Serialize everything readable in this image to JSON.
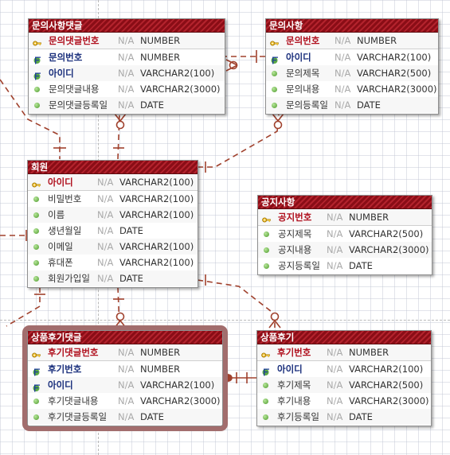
{
  "entities": {
    "inquiry_comment": {
      "title": "문의사항댓글",
      "columns": [
        {
          "name": "문의댓글번호",
          "null": "N/A",
          "type": "NUMBER",
          "key": "pk"
        },
        {
          "name": "문의번호",
          "null": "N/A",
          "type": "NUMBER",
          "key": "fk"
        },
        {
          "name": "아이디",
          "null": "N/A",
          "type": "VARCHAR2(100)",
          "key": "fk"
        },
        {
          "name": "문의댓글내용",
          "null": "N/A",
          "type": "VARCHAR2(3000)",
          "key": ""
        },
        {
          "name": "문의댓글등록일",
          "null": "N/A",
          "type": "DATE",
          "key": ""
        }
      ]
    },
    "inquiry": {
      "title": "문의사항",
      "columns": [
        {
          "name": "문의번호",
          "null": "N/A",
          "type": "NUMBER",
          "key": "pk"
        },
        {
          "name": "아이디",
          "null": "N/A",
          "type": "VARCHAR2(100)",
          "key": "fk"
        },
        {
          "name": "문의제목",
          "null": "N/A",
          "type": "VARCHAR2(500)",
          "key": ""
        },
        {
          "name": "문의내용",
          "null": "N/A",
          "type": "VARCHAR2(3000)",
          "key": ""
        },
        {
          "name": "문의등록일",
          "null": "N/A",
          "type": "DATE",
          "key": ""
        }
      ]
    },
    "member": {
      "title": "회원",
      "columns": [
        {
          "name": "아이디",
          "null": "N/A",
          "type": "VARCHAR2(100)",
          "key": "pk"
        },
        {
          "name": "비밀번호",
          "null": "N/A",
          "type": "VARCHAR2(100)",
          "key": ""
        },
        {
          "name": "이름",
          "null": "N/A",
          "type": "VARCHAR2(100)",
          "key": ""
        },
        {
          "name": "생년월일",
          "null": "N/A",
          "type": "DATE",
          "key": ""
        },
        {
          "name": "이메일",
          "null": "N/A",
          "type": "VARCHAR2(100)",
          "key": ""
        },
        {
          "name": "휴대폰",
          "null": "N/A",
          "type": "VARCHAR2(100)",
          "key": ""
        },
        {
          "name": "회원가입일",
          "null": "N/A",
          "type": "DATE",
          "key": ""
        }
      ]
    },
    "notice": {
      "title": "공지사항",
      "columns": [
        {
          "name": "공지번호",
          "null": "N/A",
          "type": "NUMBER",
          "key": "pk"
        },
        {
          "name": "공지제목",
          "null": "N/A",
          "type": "VARCHAR2(500)",
          "key": ""
        },
        {
          "name": "공지내용",
          "null": "N/A",
          "type": "VARCHAR2(3000)",
          "key": ""
        },
        {
          "name": "공지등록일",
          "null": "N/A",
          "type": "DATE",
          "key": ""
        }
      ]
    },
    "review_comment": {
      "title": "상품후기댓글",
      "columns": [
        {
          "name": "후기댓글번호",
          "null": "N/A",
          "type": "NUMBER",
          "key": "pk"
        },
        {
          "name": "후기번호",
          "null": "N/A",
          "type": "NUMBER",
          "key": "fk"
        },
        {
          "name": "아이디",
          "null": "N/A",
          "type": "VARCHAR2(100)",
          "key": "fk"
        },
        {
          "name": "후기댓글내용",
          "null": "N/A",
          "type": "VARCHAR2(3000)",
          "key": ""
        },
        {
          "name": "후기댓글등록일",
          "null": "N/A",
          "type": "DATE",
          "key": ""
        }
      ]
    },
    "review": {
      "title": "상품후기",
      "columns": [
        {
          "name": "후기번호",
          "null": "N/A",
          "type": "NUMBER",
          "key": "pk"
        },
        {
          "name": "아이디",
          "null": "N/A",
          "type": "VARCHAR2(100)",
          "key": "fk"
        },
        {
          "name": "후기제목",
          "null": "N/A",
          "type": "VARCHAR2(500)",
          "key": ""
        },
        {
          "name": "후기내용",
          "null": "N/A",
          "type": "VARCHAR2(3000)",
          "key": ""
        },
        {
          "name": "후기등록일",
          "null": "N/A",
          "type": "DATE",
          "key": ""
        }
      ]
    }
  },
  "relationships": [
    {
      "from": "inquiry",
      "to": "inquiry_comment"
    },
    {
      "from": "member",
      "to": "inquiry_comment"
    },
    {
      "from": "member",
      "to": "inquiry"
    },
    {
      "from": "member",
      "to": "review_comment"
    },
    {
      "from": "member",
      "to": "review"
    },
    {
      "from": "review",
      "to": "review_comment"
    }
  ],
  "colors": {
    "header": "#a01620",
    "relationship_line": "#a0412d",
    "pk_text": "#b0101e",
    "fk_text": "#1a2f7c",
    "selection": "#a26d6d"
  },
  "icons": {
    "pk": "key-icon",
    "fk": "foreign-key-icon",
    "column": "column-dot-icon"
  }
}
